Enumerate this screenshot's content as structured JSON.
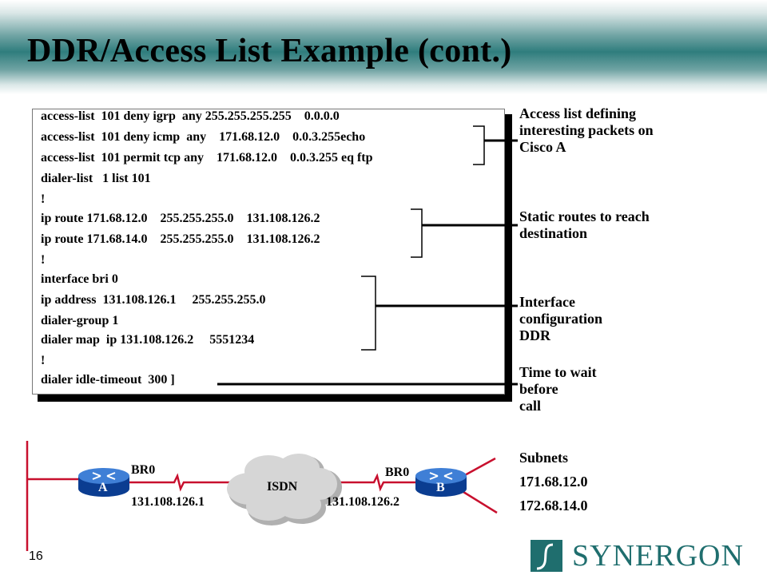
{
  "slide": {
    "title": "DDR/Access List Example (cont.)",
    "page_number": "16"
  },
  "config_lines": [
    "access-list  101 deny igrp  any 255.255.255.255    0.0.0.0",
    "access-list  101 deny icmp  any    171.68.12.0    0.0.3.255echo",
    "access-list  101 permit tcp any    171.68.12.0    0.0.3.255 eq ftp",
    "dialer-list   1 list 101",
    "!",
    "ip route 171.68.12.0    255.255.255.0    131.108.126.2",
    "ip route 171.68.14.0    255.255.255.0    131.108.126.2",
    "!",
    "interface bri 0",
    "ip address  131.108.126.1     255.255.255.0",
    "dialer-group 1",
    "dialer map  ip 131.108.126.2     5551234",
    "!",
    "dialer idle-timeout  300 ]"
  ],
  "annotations": [
    {
      "lines": [
        "Access list defining",
        "interesting packets on",
        "Cisco A"
      ]
    },
    {
      "lines": [
        "Static routes to reach",
        "destination"
      ]
    },
    {
      "lines": [
        "Interface",
        "configuration",
        "DDR"
      ]
    },
    {
      "lines": [
        "Time to wait",
        "before",
        "call"
      ]
    }
  ],
  "network": {
    "router_a": "A",
    "router_b": "B",
    "cloud": "ISDN",
    "left_interface": "BR0",
    "right_interface": "BR0",
    "left_address": "131.108.126.1",
    "right_address": "131.108.126.2",
    "subnets_title": "Subnets",
    "subnets": [
      "171.68.12.0",
      "172.68.14.0"
    ]
  },
  "logo": {
    "text": "SYNERGON",
    "brand_color": "#1f6e6e"
  }
}
